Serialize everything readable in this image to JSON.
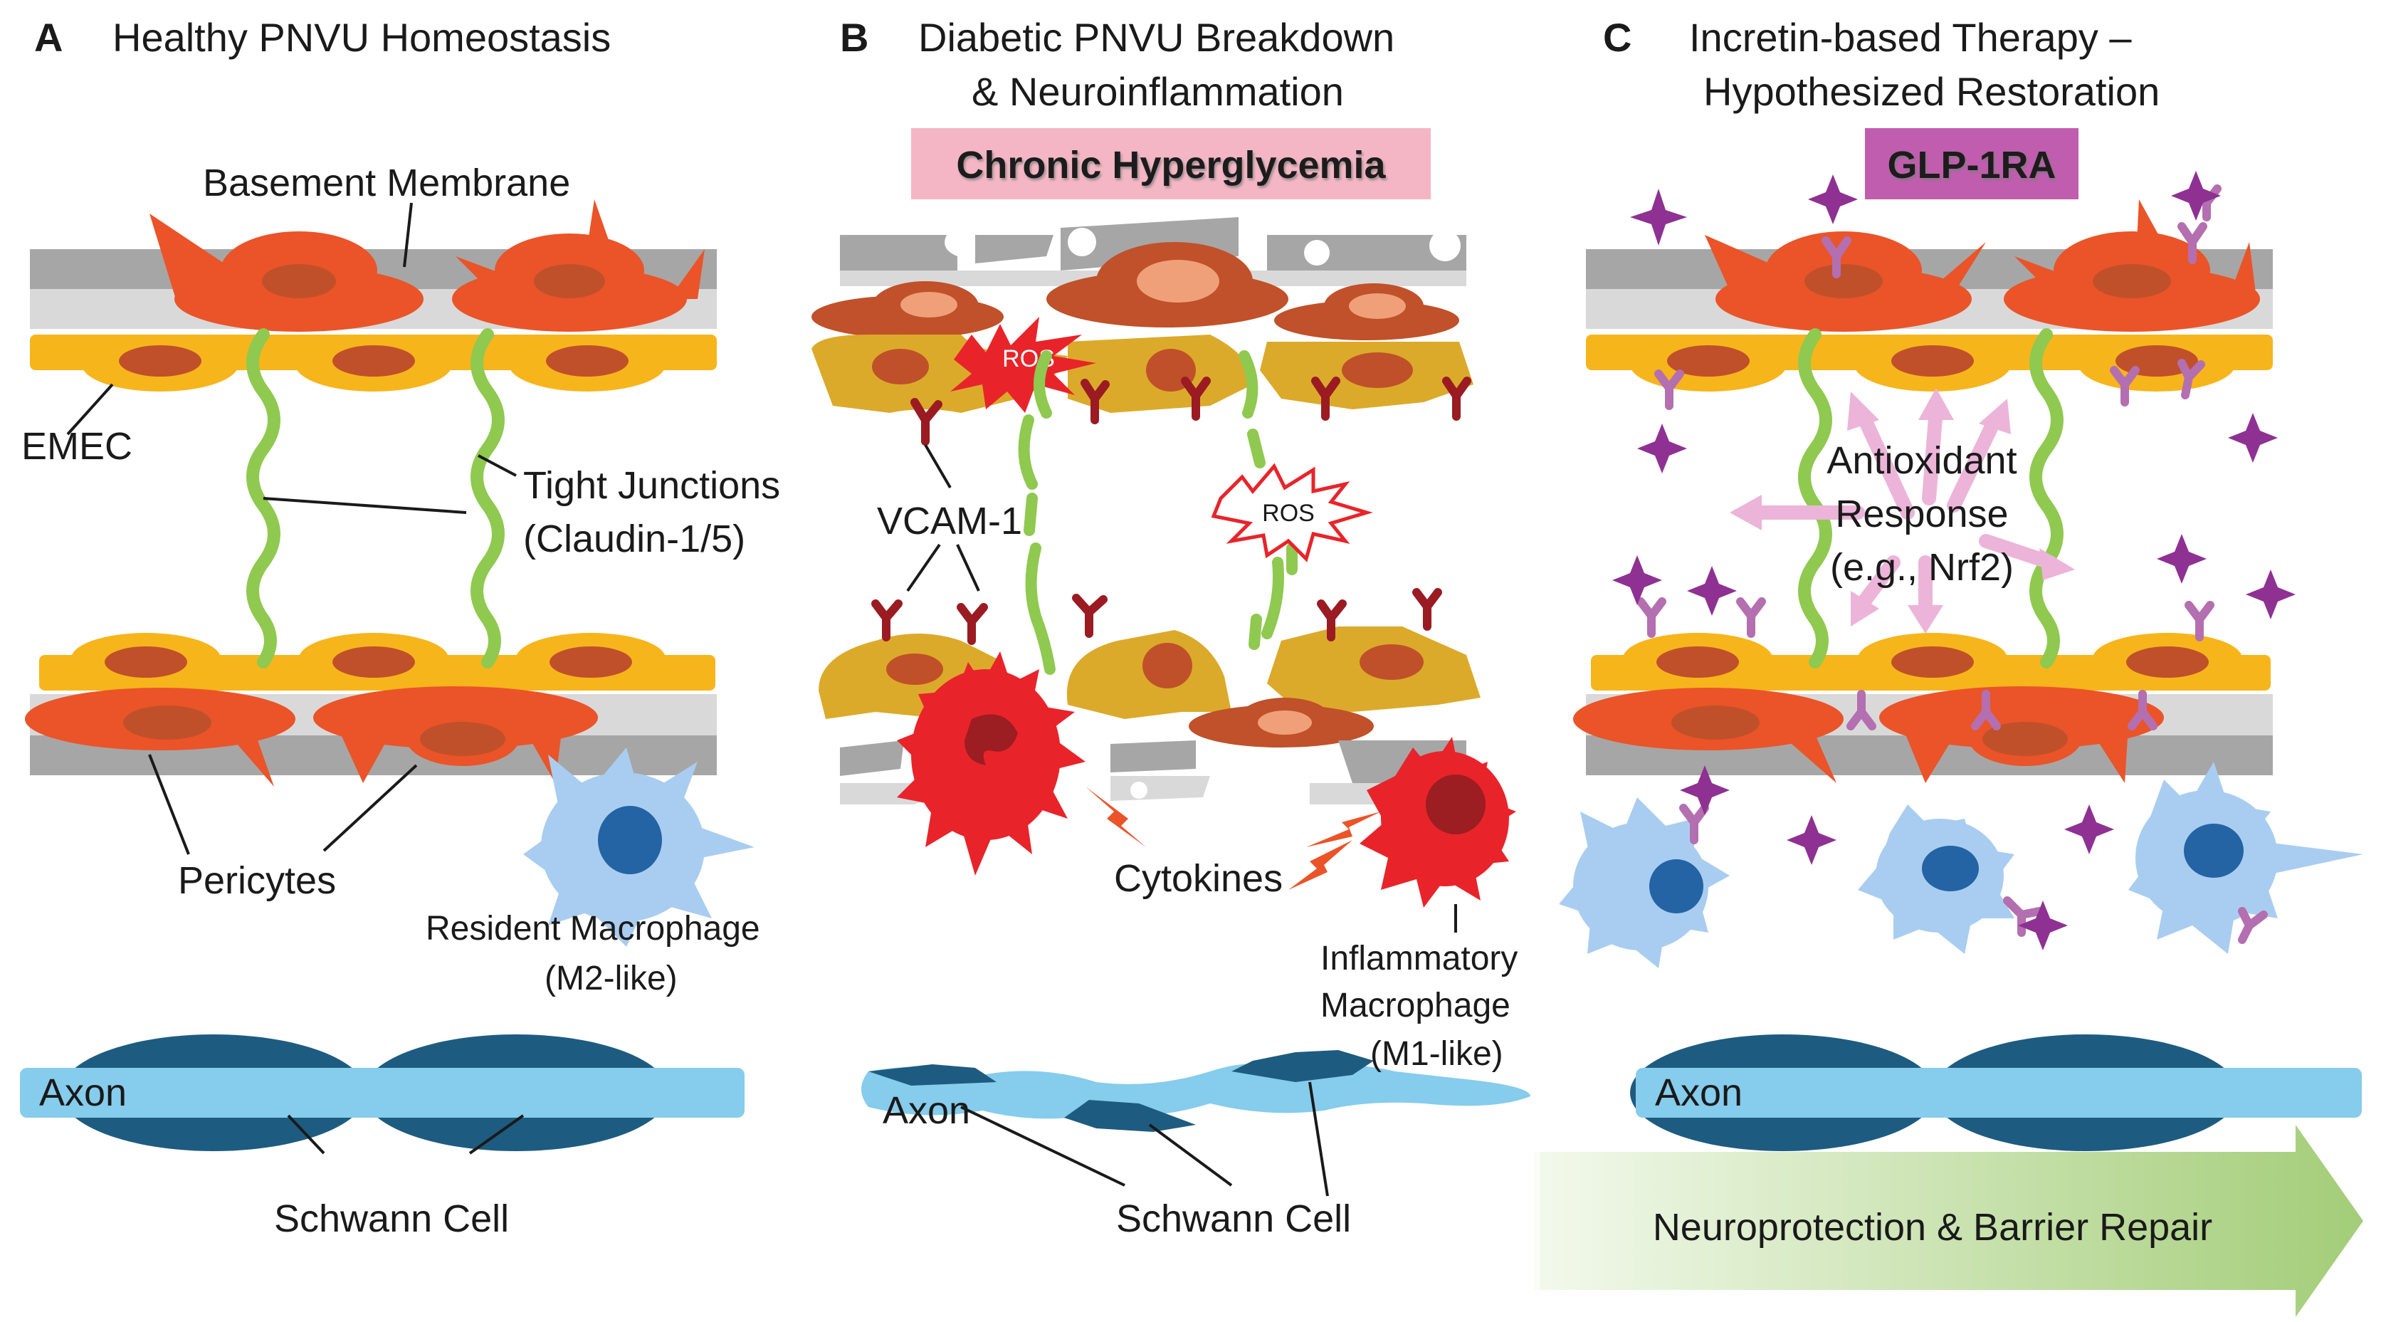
{
  "panels": {
    "a": {
      "letter": "A",
      "title": "Healthy PNVU Homeostasis",
      "labels": {
        "basement_membrane": "Basement Membrane",
        "emec": "EMEC",
        "tight_junctions": "Tight Junctions",
        "claudin": "(Claudin-1/5)",
        "pericytes": "Pericytes",
        "resident_macrophage": "Resident Macrophage",
        "m2_like": "(M2-like)",
        "axon": "Axon",
        "schwann_cell": "Schwann Cell"
      }
    },
    "b": {
      "letter": "B",
      "title_line1": "Diabetic PNVU Breakdown",
      "title_line2": "& Neuroinflammation",
      "banner": "Chronic Hyperglycemia",
      "labels": {
        "ros_1": "ROS",
        "ros_2": "ROS",
        "vcam": "VCAM-1",
        "cytokines": "Cytokines",
        "inflammatory": "Inflammatory",
        "macrophage": "Macrophage",
        "m1_like": "(M1-like)",
        "axon": "Axon",
        "schwann_cell": "Schwann Cell"
      }
    },
    "c": {
      "letter": "C",
      "title_line1": "Incretin-based Therapy –",
      "title_line2": "Hypothesized Restoration",
      "banner": "GLP-1RA",
      "labels": {
        "antioxidant": "Antioxidant",
        "response": "Response",
        "nrf2": "(e.g., Nrf2)",
        "axon": "Axon",
        "outcome": "Neuroprotection & Barrier Repair"
      }
    }
  },
  "colors": {
    "pericyte": "#ea5428",
    "pericyte_dark": "#c0512a",
    "emec": "#f7b51c",
    "emec_damaged": "#dcaa2a",
    "nucleus": "#c0502a",
    "membrane_dark": "#a6a6a6",
    "membrane_light": "#d9d9d9",
    "tight_junction": "#8fc94f",
    "macrophage": "#a9cdf0",
    "macrophage_nucleus": "#2463a4",
    "m1_macrophage": "#e8242a",
    "axon": "#86ccec",
    "schwann": "#1d5c80",
    "vcam": "#9b1b22",
    "glp1ra": "#8e3192",
    "receptor": "#b46fb0",
    "hyperglycemia_banner": "#f4b6c4",
    "glp1ra_banner": "#c15dae",
    "antioxidant_arrow": "#ecb4d8",
    "outcome_arrow_start": "#f1f8e9",
    "outcome_arrow_end": "#a5cf7a"
  }
}
